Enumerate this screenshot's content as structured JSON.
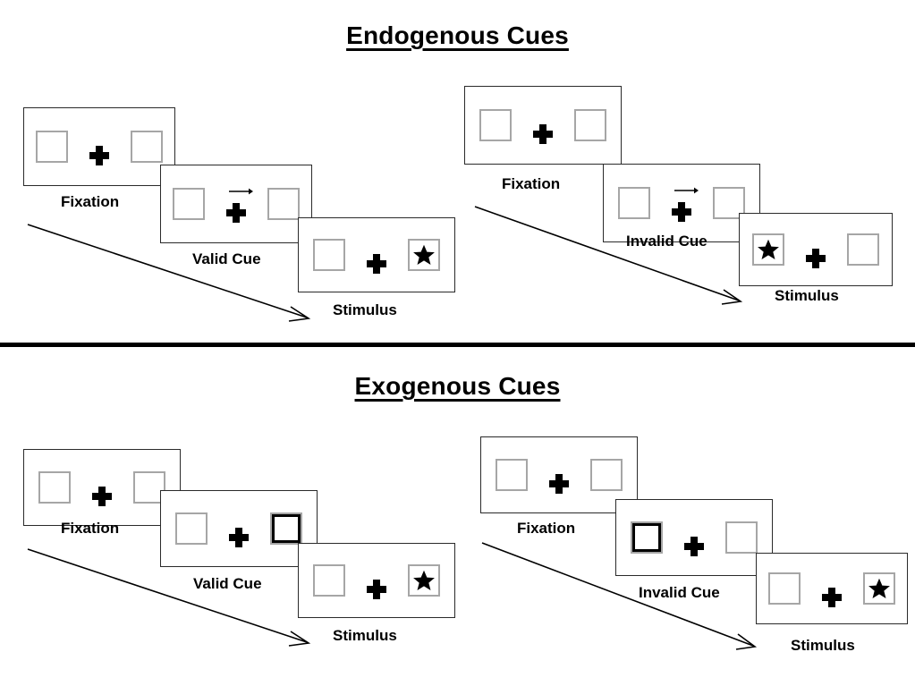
{
  "sections": [
    {
      "id": "endogenous",
      "title": "Endogenous Cues",
      "conditions": [
        {
          "id": "endogenous-valid",
          "panels": [
            {
              "label": "Fixation",
              "left_box": "empty",
              "right_box": "empty",
              "cue": "none"
            },
            {
              "label": "Valid Cue",
              "left_box": "empty",
              "right_box": "empty",
              "cue": "arrow-right"
            },
            {
              "label": "Stimulus",
              "left_box": "empty",
              "right_box": "star",
              "cue": "none"
            }
          ]
        },
        {
          "id": "endogenous-invalid",
          "panels": [
            {
              "label": "Fixation",
              "left_box": "empty",
              "right_box": "empty",
              "cue": "none"
            },
            {
              "label": "Invalid Cue",
              "left_box": "empty",
              "right_box": "empty",
              "cue": "arrow-right"
            },
            {
              "label": "Stimulus",
              "left_box": "star",
              "right_box": "empty",
              "cue": "none"
            }
          ]
        }
      ]
    },
    {
      "id": "exogenous",
      "title": "Exogenous Cues",
      "conditions": [
        {
          "id": "exogenous-valid",
          "panels": [
            {
              "label": "Fixation",
              "left_box": "empty",
              "right_box": "empty",
              "cue": "none"
            },
            {
              "label": "Valid Cue",
              "left_box": "empty",
              "right_box": "cued",
              "cue": "none"
            },
            {
              "label": "Stimulus",
              "left_box": "empty",
              "right_box": "star",
              "cue": "none"
            }
          ]
        },
        {
          "id": "exogenous-invalid",
          "panels": [
            {
              "label": "Fixation",
              "left_box": "empty",
              "right_box": "empty",
              "cue": "none"
            },
            {
              "label": "Invalid Cue",
              "left_box": "cued",
              "right_box": "empty",
              "cue": "none"
            },
            {
              "label": "Stimulus",
              "left_box": "empty",
              "right_box": "star",
              "cue": "none"
            }
          ]
        }
      ]
    }
  ],
  "icons": {
    "star": "star-icon",
    "fixation_cross": "fixation-cross-icon",
    "cue_arrow": "cue-arrow-right-icon",
    "time_arrow": "time-progression-arrow-icon"
  },
  "colors": {
    "box_outline": "#a6a6a6",
    "panel_outline": "#2a2a2a",
    "ink": "#000000",
    "background": "#ffffff"
  }
}
